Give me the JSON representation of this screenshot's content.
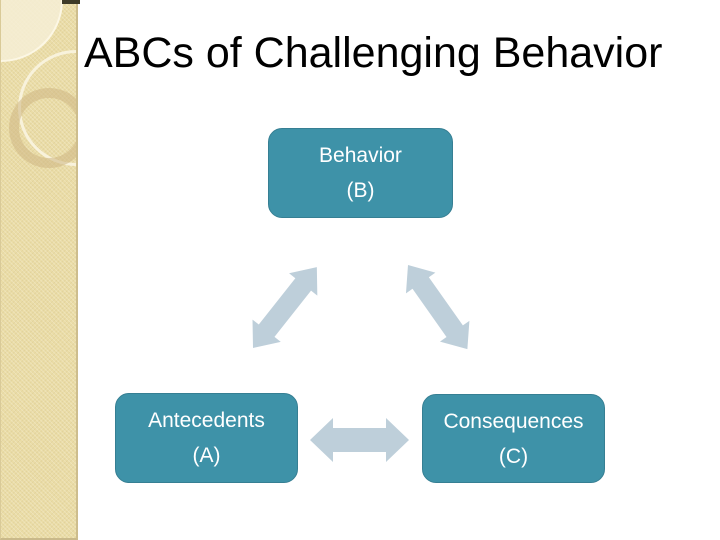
{
  "slide": {
    "title": "ABCs of Challenging Behavior"
  },
  "diagram": {
    "nodes": [
      {
        "id": "behavior",
        "label": "Behavior",
        "sublabel": "(B)"
      },
      {
        "id": "antecedents",
        "label": "Antecedents",
        "sublabel": "(A)"
      },
      {
        "id": "consequences",
        "label": "Consequences",
        "sublabel": "(C)"
      }
    ],
    "connections": [
      {
        "from": "behavior",
        "to": "antecedents",
        "type": "double-arrow"
      },
      {
        "from": "behavior",
        "to": "consequences",
        "type": "double-arrow"
      },
      {
        "from": "antecedents",
        "to": "consequences",
        "type": "double-arrow"
      }
    ]
  },
  "colors": {
    "node_fill": "#3E92A8",
    "node_border": "#367F93",
    "node_text": "#FFFFFF",
    "arrow_fill": "#BECFDA",
    "sidebar_base": "#EADCA6",
    "title_text": "#000000"
  }
}
